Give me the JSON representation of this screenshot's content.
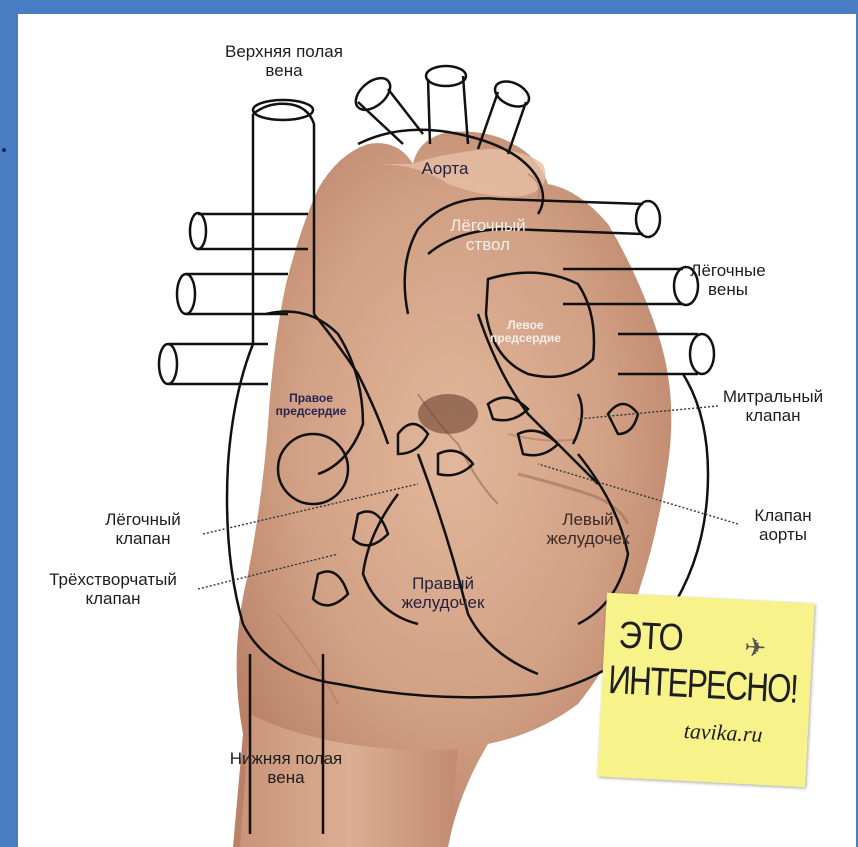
{
  "labels": {
    "superior_vena_cava": "Верхняя полая\nвена",
    "aorta": "Аорта",
    "pulmonary_trunk": "Лёгочный\nствол",
    "pulmonary_veins": "Лёгочные\nвены",
    "left_atrium": "Левое\nпредсердие",
    "right_atrium": "Правое\nпредсердие",
    "mitral_valve": "Митральный\nклапан",
    "pulmonary_valve": "Лёгочный\nклапан",
    "aortic_valve": "Клапан\nаорты",
    "left_ventricle": "Левый\nжелудочек",
    "tricuspid_valve": "Трёхстворчатый\nклапан",
    "right_ventricle": "Правый\nжелудочек",
    "inferior_vena_cava": "Нижняя полая\nвена"
  },
  "badge": {
    "line1": "ЭТО",
    "line2": "ИНТЕРЕСНО!",
    "site": "tavika.ru"
  },
  "colors": {
    "frame_border": "#4a7cc3",
    "badge_bg": "#f7f28a",
    "skin": "#d9a98a",
    "outline": "#111111"
  },
  "icons": {
    "badge_icon": "paper-plane-icon"
  }
}
